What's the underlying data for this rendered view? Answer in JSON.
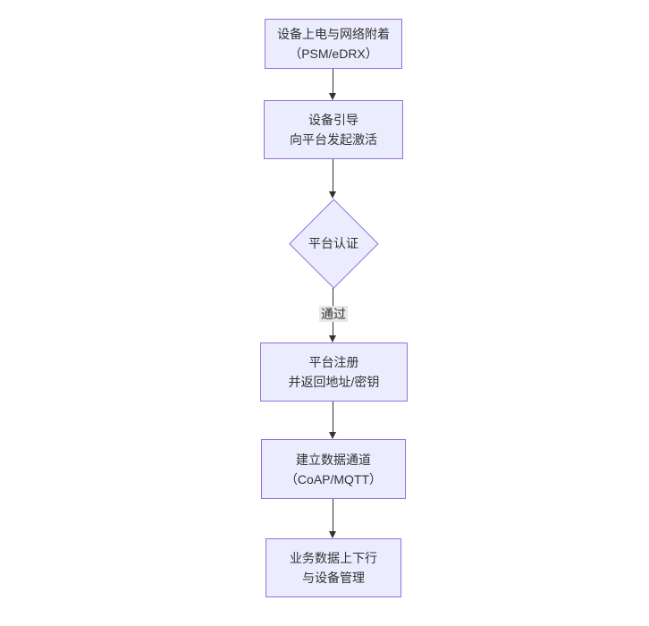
{
  "diagram": {
    "type": "flowchart",
    "direction": "top-to-bottom",
    "nodes": [
      {
        "id": "A",
        "shape": "rect",
        "lines": [
          "设备上电与网络附着",
          "（PSM/eDRX）"
        ]
      },
      {
        "id": "B",
        "shape": "rect",
        "lines": [
          "设备引导",
          "向平台发起激活"
        ]
      },
      {
        "id": "C",
        "shape": "diamond",
        "lines": [
          "平台认证"
        ]
      },
      {
        "id": "D",
        "shape": "rect",
        "lines": [
          "平台注册",
          "并返回地址/密钥"
        ]
      },
      {
        "id": "E",
        "shape": "rect",
        "lines": [
          "建立数据通道",
          "（CoAP/MQTT）"
        ]
      },
      {
        "id": "F",
        "shape": "rect",
        "lines": [
          "业务数据上下行",
          "与设备管理"
        ]
      }
    ],
    "edges": [
      {
        "from": "A",
        "to": "B",
        "label": ""
      },
      {
        "from": "B",
        "to": "C",
        "label": ""
      },
      {
        "from": "C",
        "to": "D",
        "label": "通过"
      },
      {
        "from": "D",
        "to": "E",
        "label": ""
      },
      {
        "from": "E",
        "to": "F",
        "label": ""
      }
    ],
    "colors": {
      "node_fill": "#ECECFF",
      "node_border": "#9370DB",
      "arrow": "#333333",
      "label_bg": "#e8e8e8",
      "text": "#333333",
      "background": "#ffffff"
    }
  }
}
